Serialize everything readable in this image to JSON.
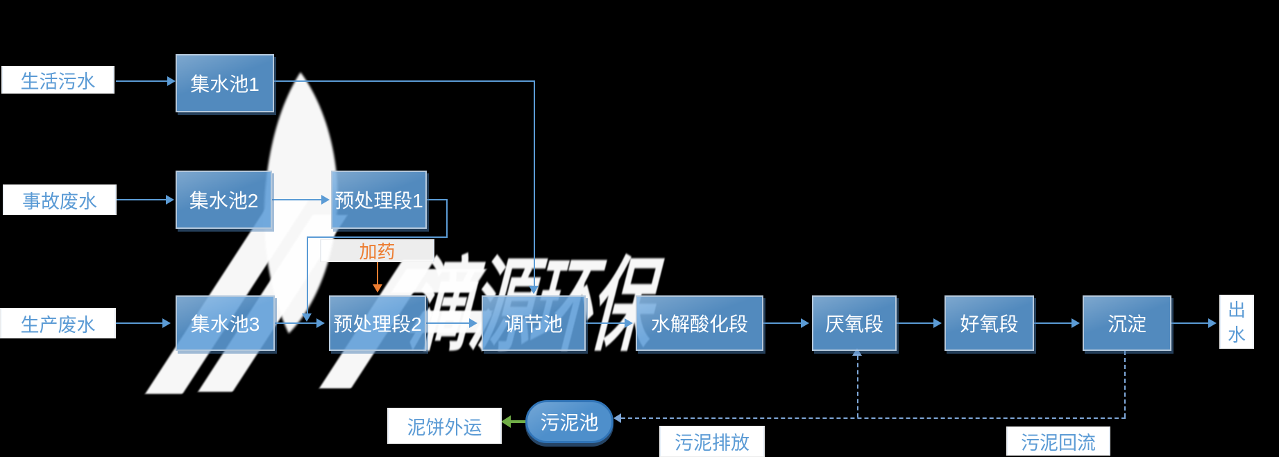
{
  "sources": [
    {
      "id": "domestic",
      "label": "生活污水"
    },
    {
      "id": "accident",
      "label": "事故废水"
    },
    {
      "id": "production",
      "label": "生产废水"
    }
  ],
  "nodes": [
    {
      "id": "sump1",
      "label": "集水池1"
    },
    {
      "id": "sump2",
      "label": "集水池2"
    },
    {
      "id": "pretreat1",
      "label": "预处理段1"
    },
    {
      "id": "sump3",
      "label": "集水池3"
    },
    {
      "id": "pretreat2",
      "label": "预处理段2"
    },
    {
      "id": "equalization",
      "label": "调节池"
    },
    {
      "id": "hydrolysis",
      "label": "水解酸化段"
    },
    {
      "id": "anaerobic",
      "label": "厌氧段"
    },
    {
      "id": "aerobic",
      "label": "好氧段"
    },
    {
      "id": "sedimentation",
      "label": "沉淀"
    }
  ],
  "labels": {
    "dosing": "加药",
    "effluent": "出水",
    "sludge_tank": "污泥池",
    "sludge_cake_out": "泥饼外运",
    "sludge_discharge": "污泥排放",
    "sludge_return": "污泥回流"
  },
  "watermark": {
    "brand_text": "滴源环保"
  },
  "colors": {
    "background": "#000000",
    "flow_blue": "#5B9BD5",
    "dashed_blue": "#7FA8D9",
    "dosing_orange": "#ED7D31",
    "sludge_green": "#70AD47",
    "node_text": "#FFFFFF"
  }
}
